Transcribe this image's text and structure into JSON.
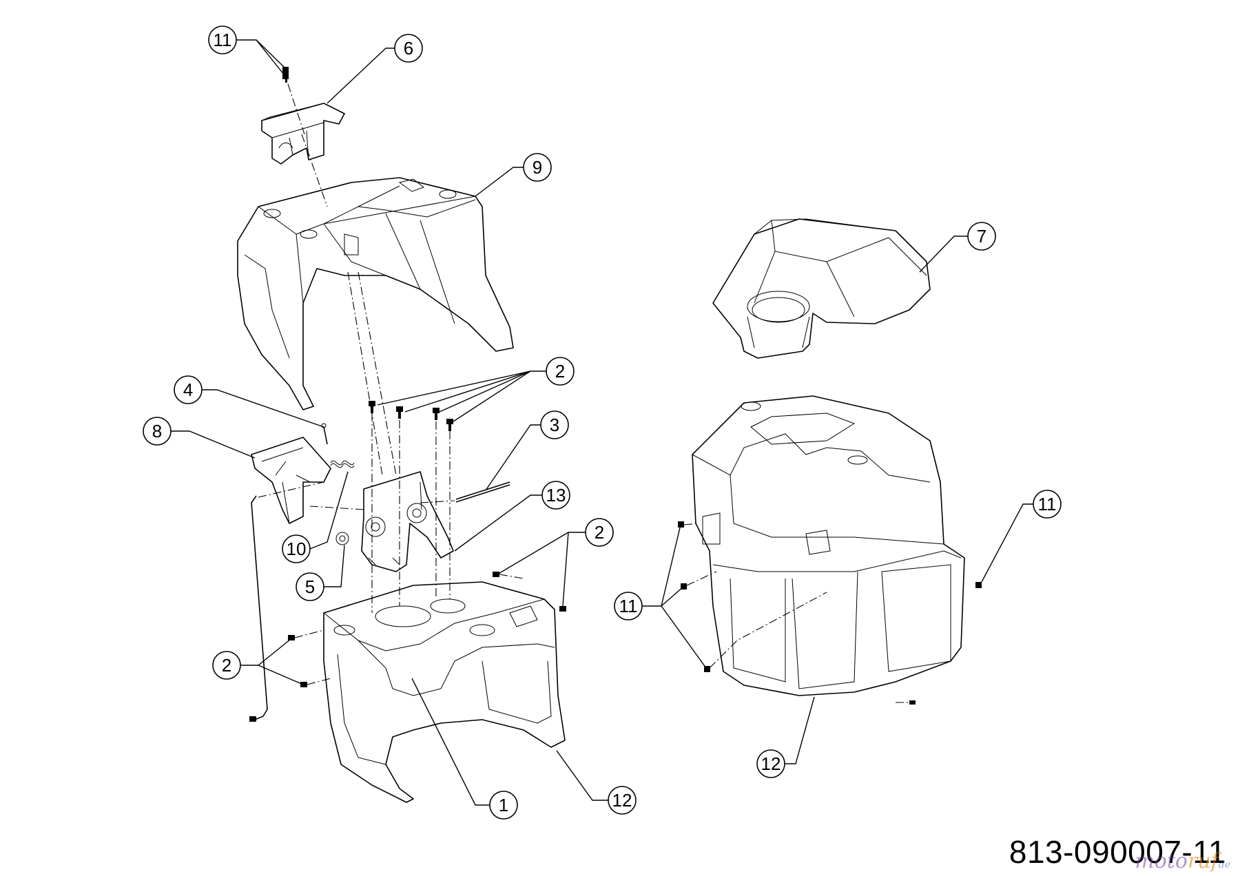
{
  "diagram": {
    "part_code": "813-090007-11",
    "watermark": {
      "part1": "moto",
      "part2": "ruf",
      "suffix": "de"
    },
    "callouts": [
      {
        "id": "c11a",
        "label": "11"
      },
      {
        "id": "c6",
        "label": "6"
      },
      {
        "id": "c9",
        "label": "9"
      },
      {
        "id": "c7",
        "label": "7"
      },
      {
        "id": "c2a",
        "label": "2"
      },
      {
        "id": "c4",
        "label": "4"
      },
      {
        "id": "c3",
        "label": "3"
      },
      {
        "id": "c8",
        "label": "8"
      },
      {
        "id": "c13",
        "label": "13"
      },
      {
        "id": "c11b",
        "label": "11"
      },
      {
        "id": "c2b",
        "label": "2"
      },
      {
        "id": "c10",
        "label": "10"
      },
      {
        "id": "c11c",
        "label": "11"
      },
      {
        "id": "c5",
        "label": "5"
      },
      {
        "id": "c2c",
        "label": "2"
      },
      {
        "id": "c12a",
        "label": "12"
      },
      {
        "id": "c1",
        "label": "1"
      },
      {
        "id": "c12b",
        "label": "12"
      }
    ]
  }
}
